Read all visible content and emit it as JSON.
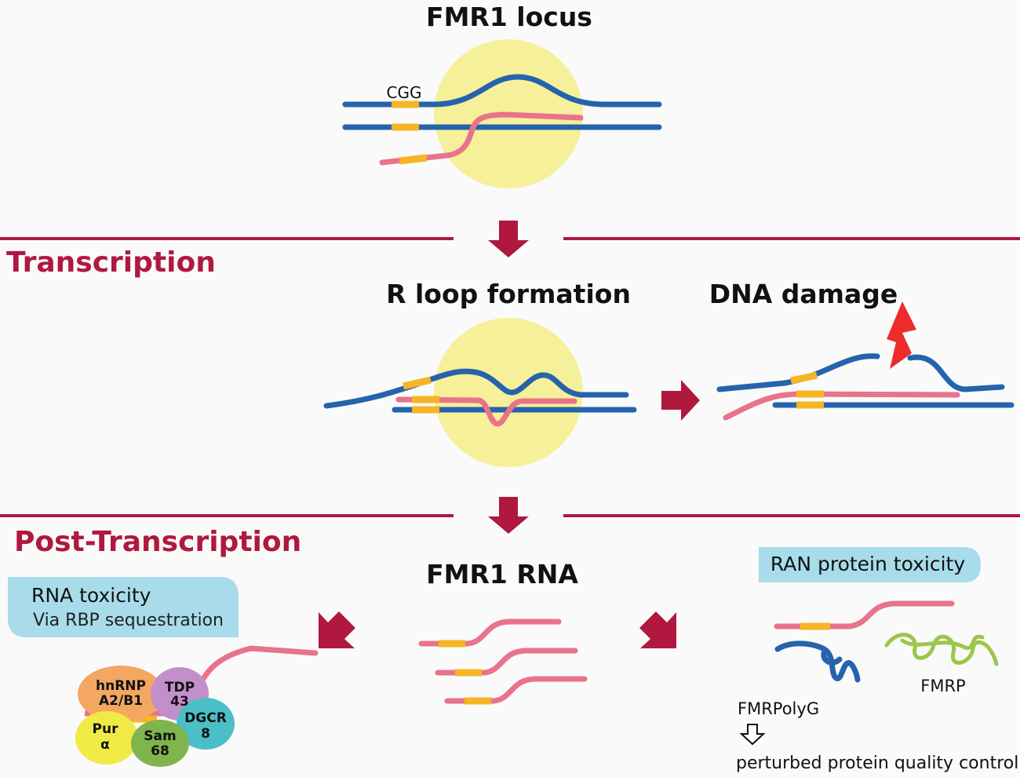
{
  "colors": {
    "dna": "#2563ad",
    "rna": "#e8738a",
    "cgg": "#f5b524",
    "nucleus": "#f6f09a",
    "accent": "#b0183f",
    "bubble": "#a8dcea",
    "hnrnp": "#f4a761",
    "tdp": "#c38fcb",
    "dgcr": "#4bbfc7",
    "pur": "#f0ea45",
    "sam": "#7fb44e",
    "fmrp": "#9dc64a",
    "lightning": "#ee2b2b"
  },
  "top": {
    "title": "FMR1 locus",
    "cgg_label": "CGG"
  },
  "sections": {
    "transcription": "Transcription",
    "post_transcription": "Post-Transcription"
  },
  "transcription": {
    "r_loop_title": "R loop formation",
    "dna_damage_title": "DNA damage"
  },
  "post": {
    "rna_title": "FMR1 RNA",
    "rna_toxicity": {
      "title": "RNA toxicity",
      "subtitle": "Via RBP sequestration"
    },
    "proteins": [
      {
        "name": "hnrnp",
        "line1": "hnRNP",
        "line2": "A2/B1"
      },
      {
        "name": "tdp",
        "line1": "TDP",
        "line2": "43"
      },
      {
        "name": "dgcr",
        "line1": "DGCR",
        "line2": "8"
      },
      {
        "name": "pur",
        "line1": "Pur",
        "line2": "α"
      },
      {
        "name": "sam",
        "line1": "Sam",
        "line2": "68"
      }
    ],
    "ran": {
      "title": "RAN protein toxicity",
      "fmrp_label": "FMRP",
      "polyg_label": "FMRPolyG",
      "outcome": "perturbed protein quality control"
    }
  }
}
